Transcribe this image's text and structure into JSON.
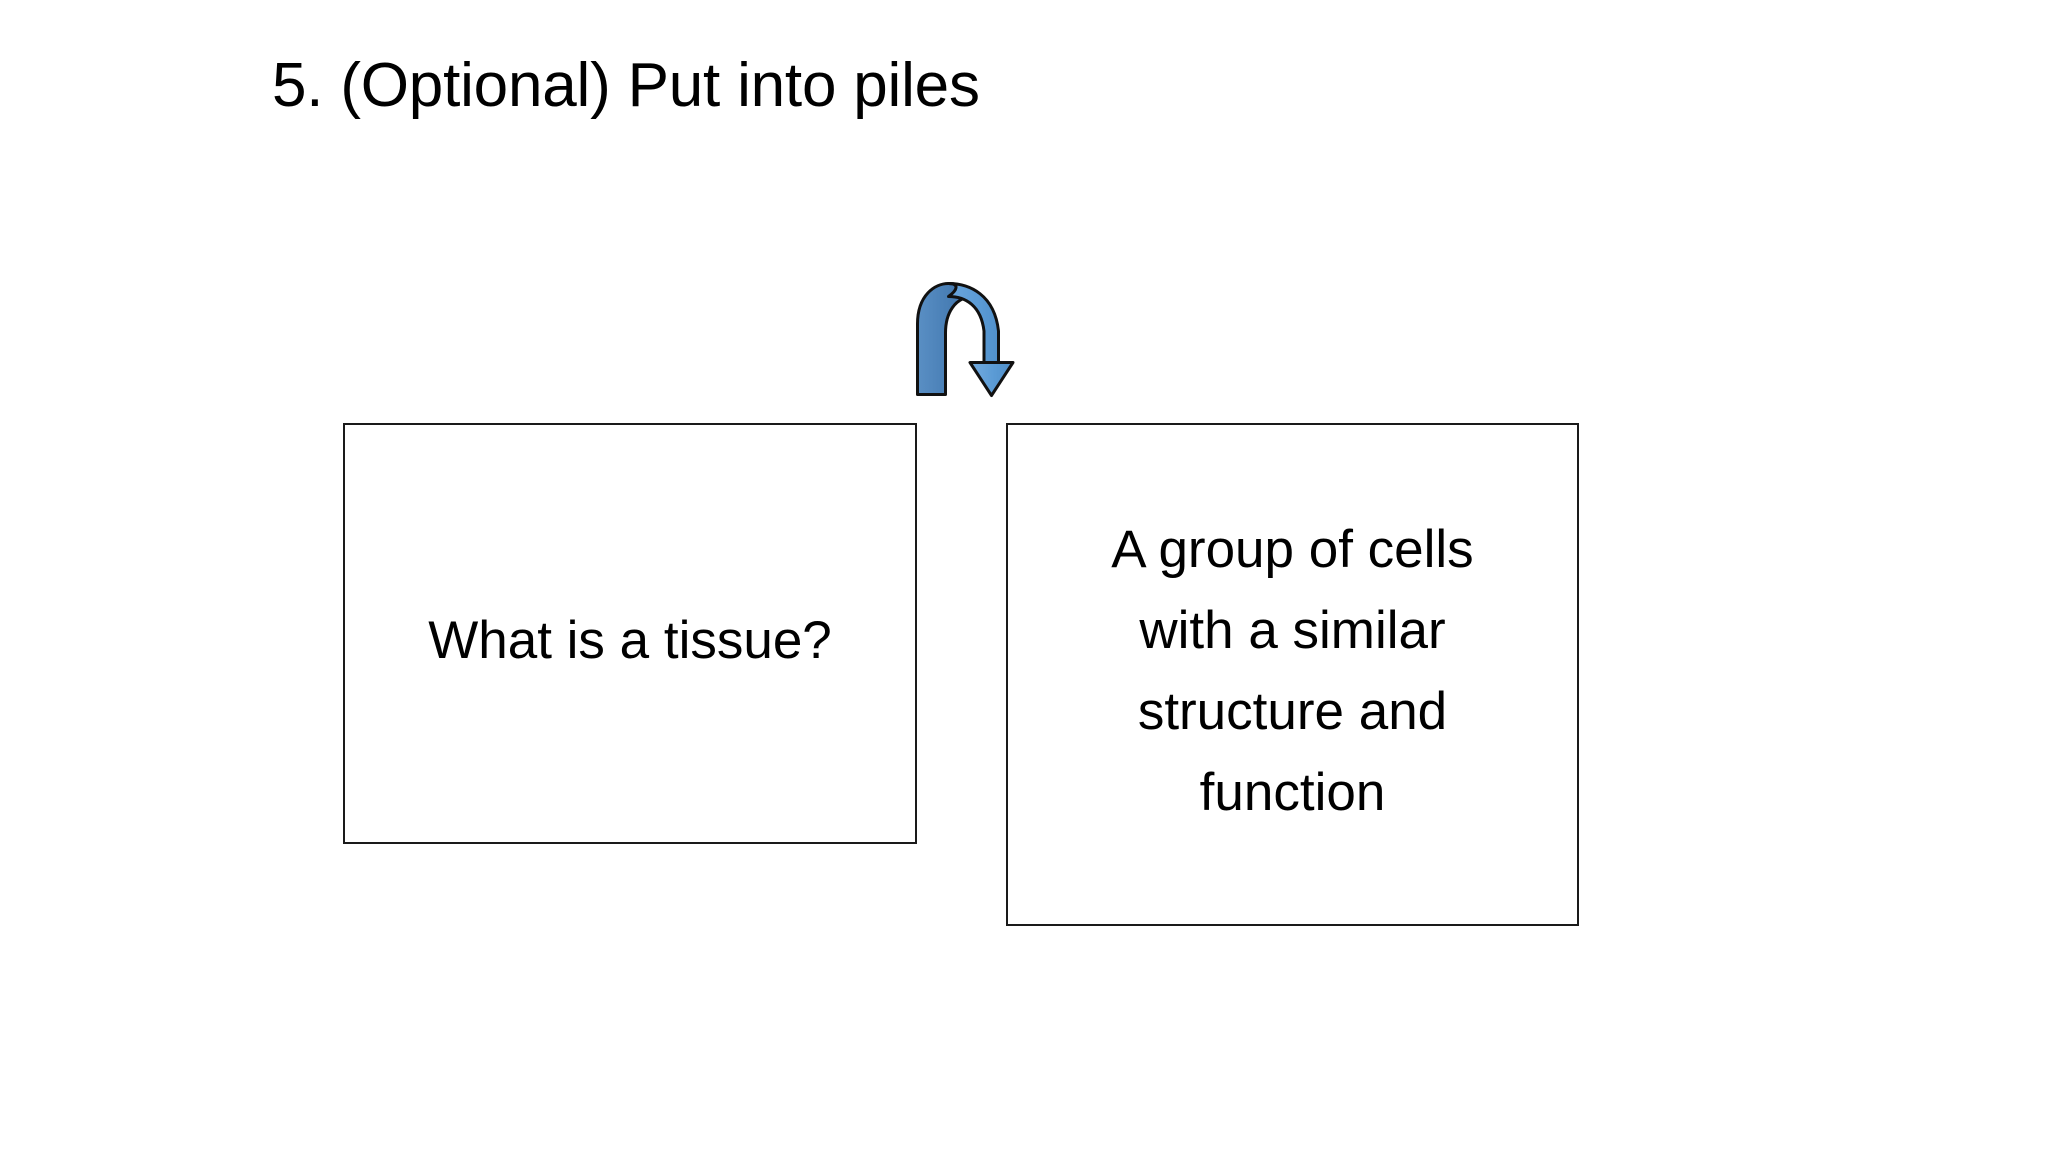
{
  "slide": {
    "background_color": "#ffffff",
    "title": "5. (Optional) Put into piles"
  },
  "arrow": {
    "icon": "curved-down-flip-arrow",
    "direction": "down",
    "outline_color": "#111111",
    "fill_dark": "#4a7fb5",
    "fill_light": "#5b9bd5"
  },
  "cards": {
    "question": {
      "label": "question-card",
      "text": "What is a tissue?",
      "border_color": "#1a1a1a",
      "background_color": "#ffffff"
    },
    "answer": {
      "label": "answer-card",
      "text": "A group of cells\nwith a similar\nstructure and\nfunction",
      "lines": [
        "A group of cells",
        "with a similar",
        "structure and",
        "function"
      ],
      "border_color": "#1a1a1a",
      "background_color": "#ffffff"
    }
  }
}
